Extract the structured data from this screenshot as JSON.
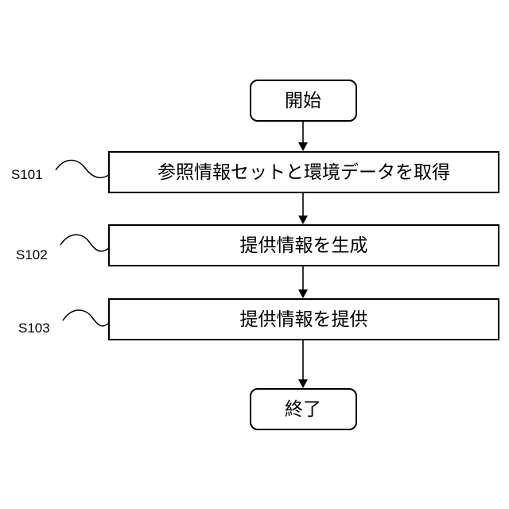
{
  "flowchart": {
    "start": {
      "label": "開始"
    },
    "steps": [
      {
        "id": "S101",
        "label": "参照情報セットと環境データを取得"
      },
      {
        "id": "S102",
        "label": "提供情報を生成"
      },
      {
        "id": "S103",
        "label": "提供情報を提供"
      }
    ],
    "end": {
      "label": "終了"
    }
  }
}
